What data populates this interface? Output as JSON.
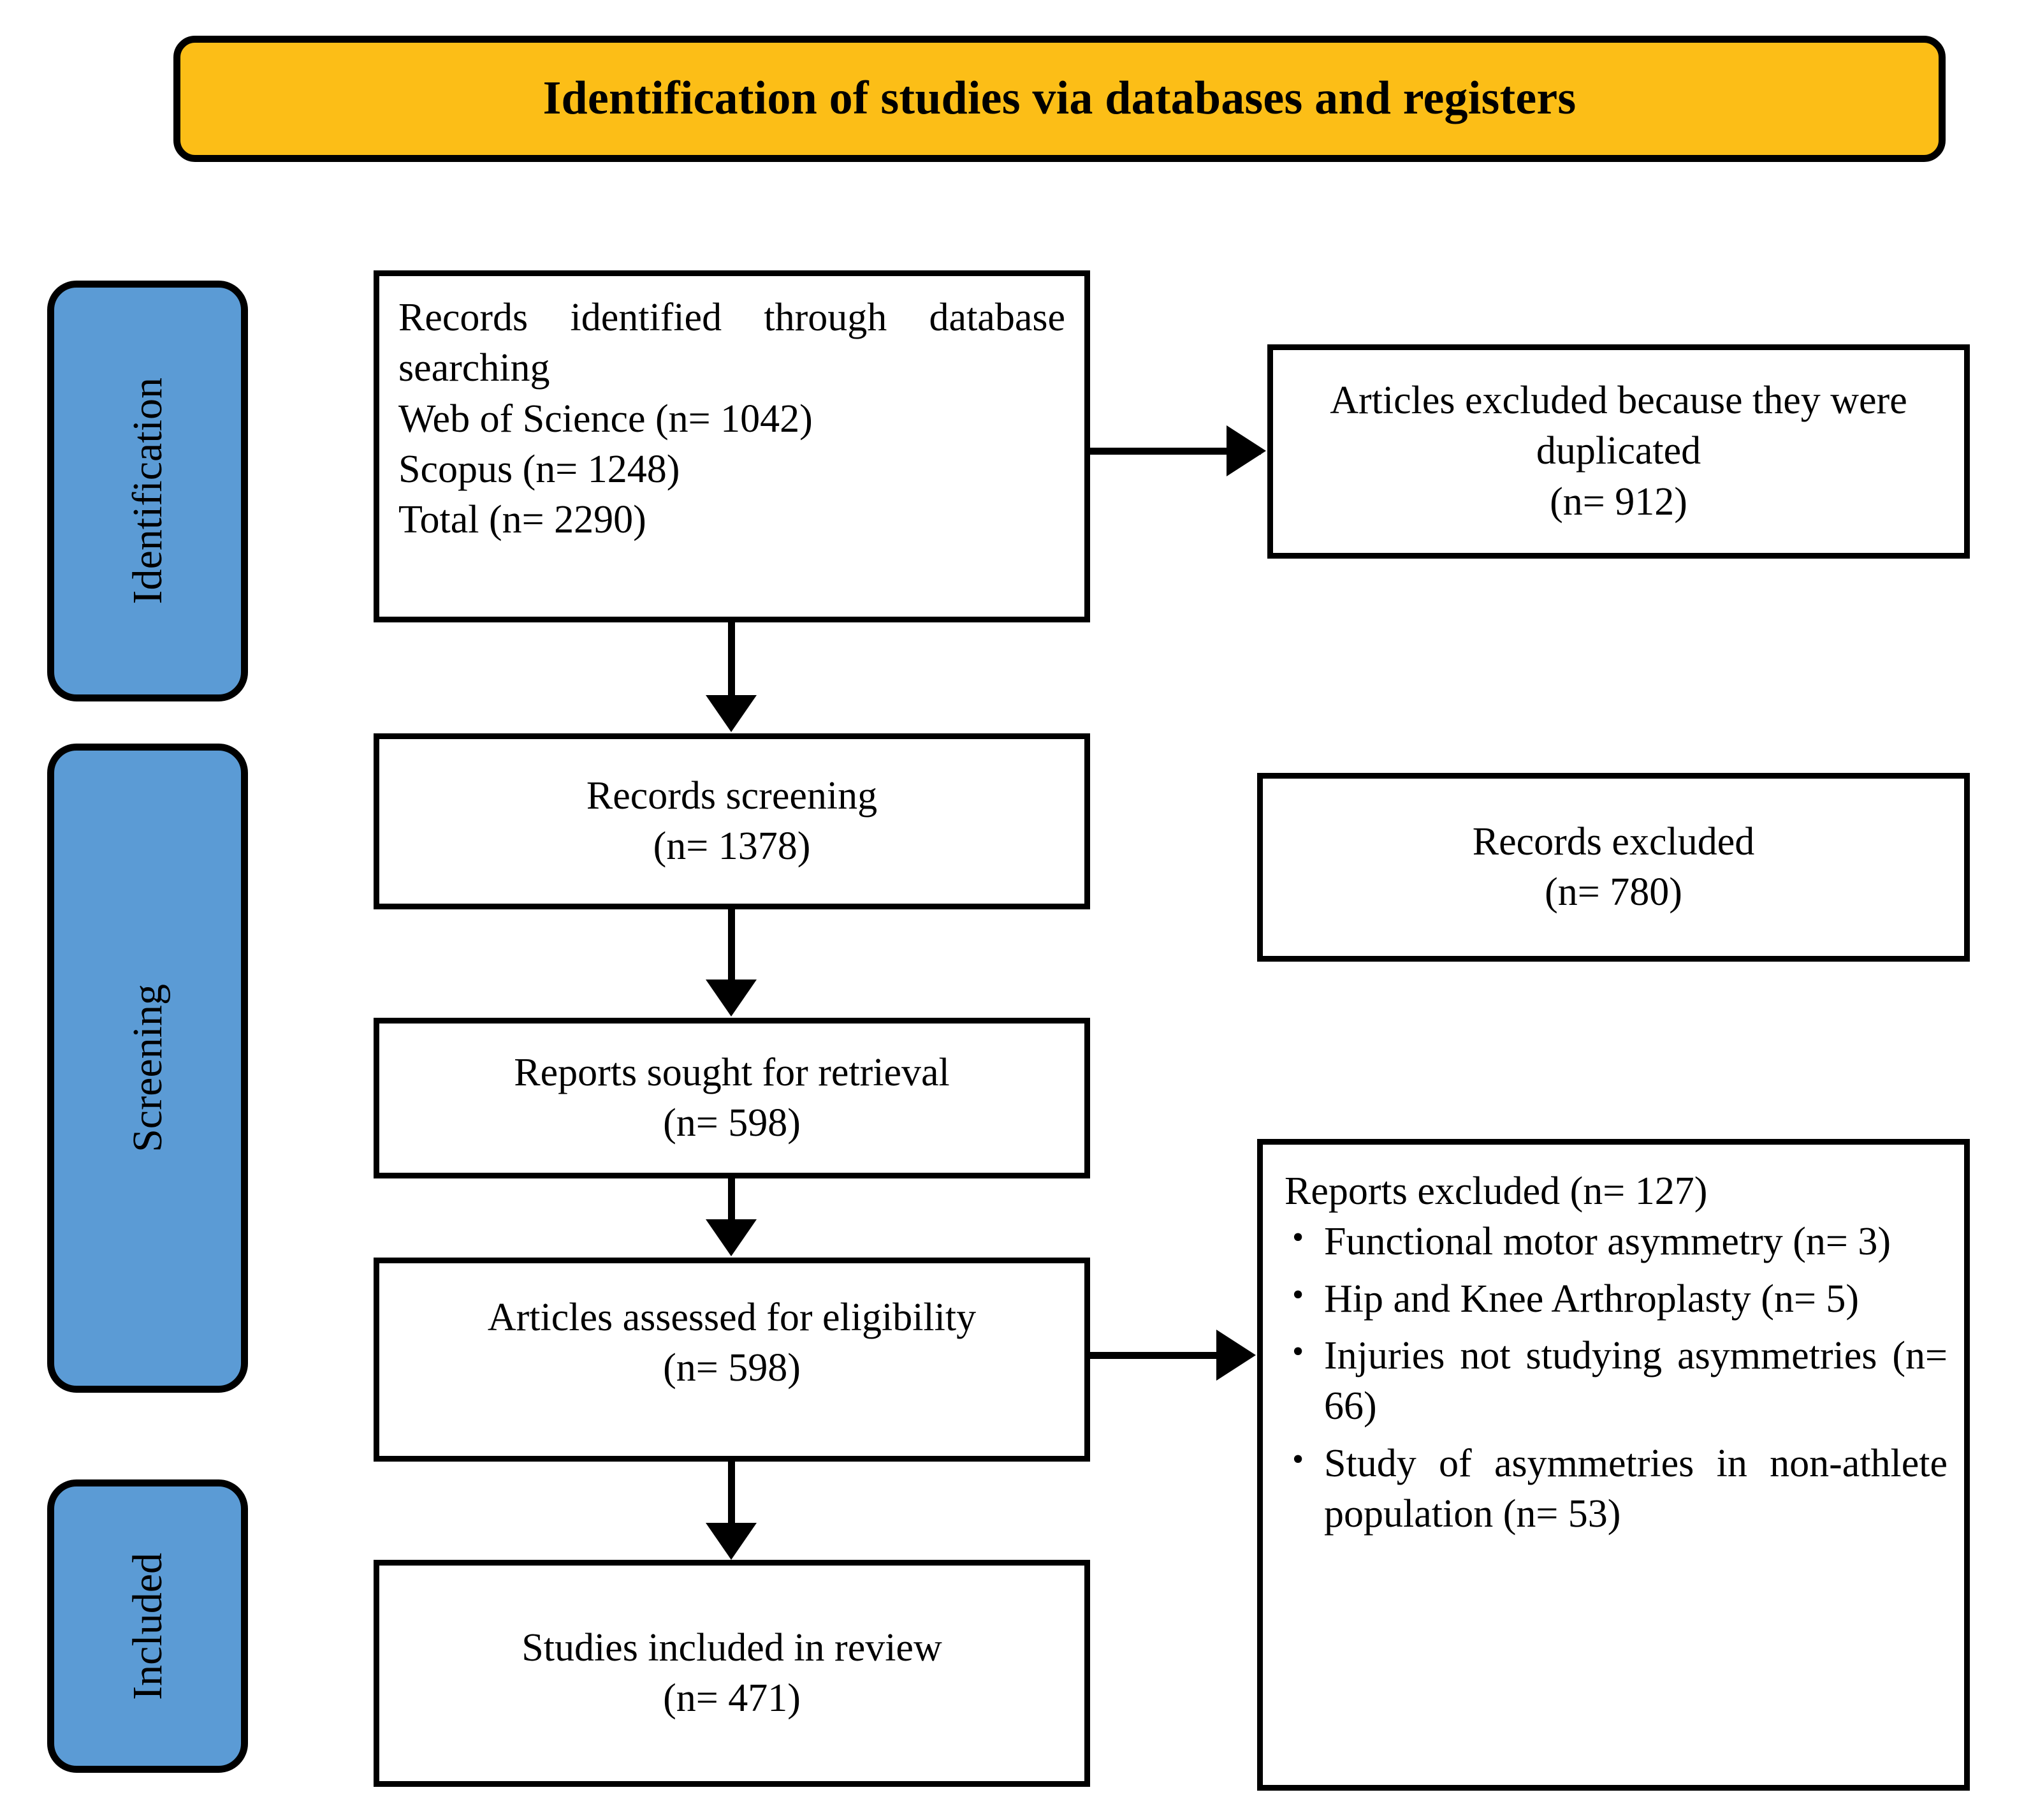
{
  "banner": {
    "title": "Identification of studies via databases and registers",
    "bg_color": "#FCBE17",
    "border_color": "#000000"
  },
  "stages": {
    "accent_color": "#5B9BD5",
    "items": [
      {
        "label": "Identification"
      },
      {
        "label": "Screening"
      },
      {
        "label": "Included"
      }
    ]
  },
  "flow": {
    "identified": {
      "line1": "Records identified through database searching",
      "line2": "Web of Science (n= 1042)",
      "line3": "Scopus (n= 1248)",
      "line4": "Total (n= 2290)"
    },
    "duplicates_excluded": {
      "line1": "Articles excluded because they were duplicated",
      "line2": "(n= 912)"
    },
    "records_screening": {
      "line1": "Records screening",
      "line2": "(n= 1378)"
    },
    "records_excluded": {
      "line1": "Records excluded",
      "line2": "(n= 780)"
    },
    "reports_sought": {
      "line1": "Reports sought for retrieval",
      "line2": "(n= 598)"
    },
    "articles_assessed": {
      "line1": "Articles assessed for eligibility",
      "line2": "(n= 598)"
    },
    "reports_excluded": {
      "heading": "Reports excluded (n= 127)",
      "reasons": [
        "Functional motor asymmetry (n= 3)",
        "Hip and Knee Arthroplasty (n= 5)",
        "Injuries not studying asymmetries (n= 66)",
        "Study of asymmetries in non-athlete population (n= 53)"
      ]
    },
    "studies_included": {
      "line1": "Studies included in review",
      "line2": "(n= 471)"
    }
  },
  "connectors": [
    {
      "name": "identified-to-duplicates",
      "direction": "right"
    },
    {
      "name": "identified-to-screening",
      "direction": "down"
    },
    {
      "name": "screening-to-sought",
      "direction": "down"
    },
    {
      "name": "sought-to-eligibility",
      "direction": "down"
    },
    {
      "name": "eligibility-to-reports-excluded",
      "direction": "right"
    },
    {
      "name": "eligibility-to-included",
      "direction": "down"
    }
  ]
}
